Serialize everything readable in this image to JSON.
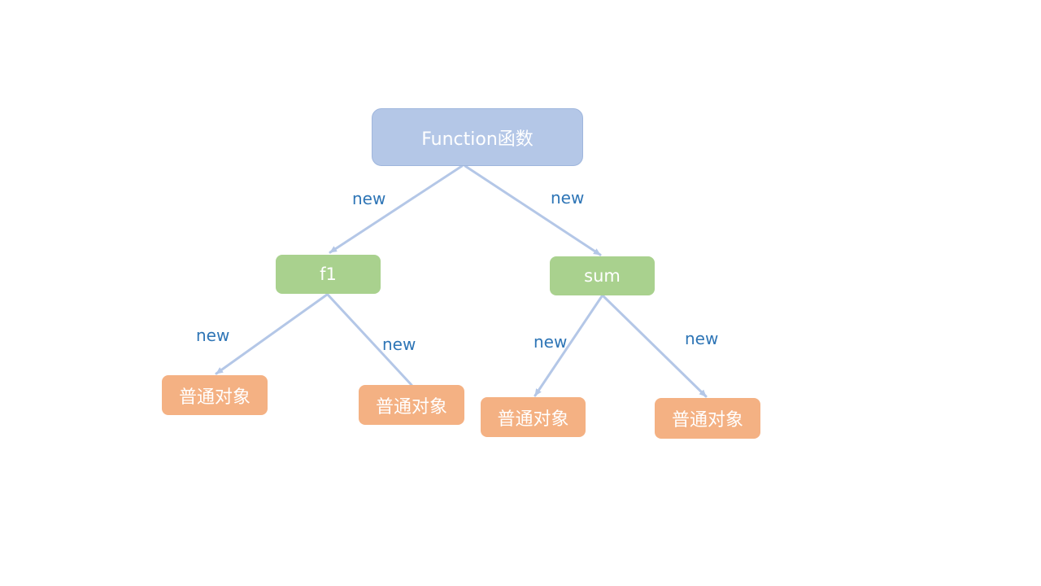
{
  "diagram": {
    "root": {
      "label": "Function函数"
    },
    "children": [
      {
        "label": "f1"
      },
      {
        "label": "sum"
      }
    ],
    "leaves": [
      {
        "label": "普通对象"
      },
      {
        "label": "普通对象"
      },
      {
        "label": "普通对象"
      },
      {
        "label": "普通对象"
      }
    ],
    "edge_labels": [
      "new",
      "new",
      "new",
      "new",
      "new",
      "new"
    ]
  },
  "colors": {
    "root_fill": "#b4c7e7",
    "child_fill": "#a9d18e",
    "leaf_fill": "#f4b183",
    "edge_line": "#b4c7e7",
    "edge_label": "#2e75b6"
  }
}
